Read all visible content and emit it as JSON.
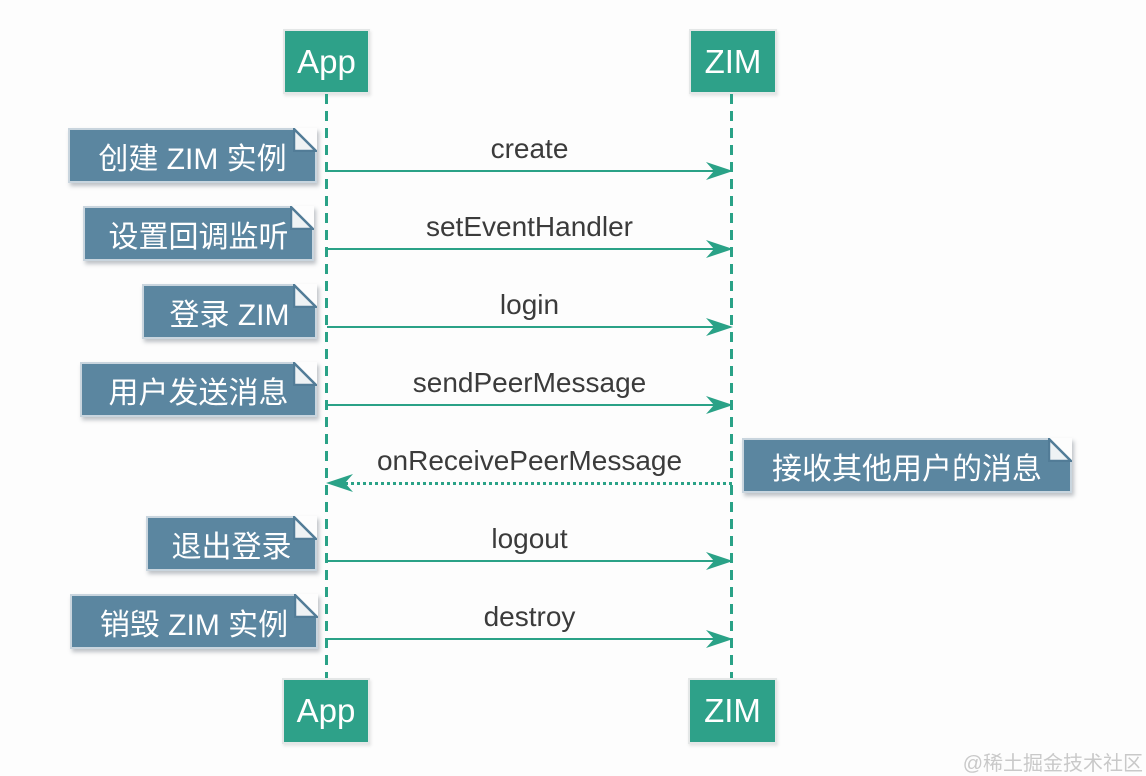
{
  "actors": {
    "left": "App",
    "right": "ZIM"
  },
  "messages": [
    {
      "label": "create",
      "from": "App",
      "to": "ZIM",
      "line": "solid"
    },
    {
      "label": "setEventHandler",
      "from": "App",
      "to": "ZIM",
      "line": "solid"
    },
    {
      "label": "login",
      "from": "App",
      "to": "ZIM",
      "line": "solid"
    },
    {
      "label": "sendPeerMessage",
      "from": "App",
      "to": "ZIM",
      "line": "solid"
    },
    {
      "label": "onReceivePeerMessage",
      "from": "ZIM",
      "to": "App",
      "line": "dotted"
    },
    {
      "label": "logout",
      "from": "App",
      "to": "ZIM",
      "line": "solid"
    },
    {
      "label": "destroy",
      "from": "App",
      "to": "ZIM",
      "line": "solid"
    }
  ],
  "notes": [
    {
      "text": "创建 ZIM 实例",
      "side": "left"
    },
    {
      "text": "设置回调监听",
      "side": "left"
    },
    {
      "text": "登录 ZIM",
      "side": "left"
    },
    {
      "text": "用户发送消息",
      "side": "left"
    },
    {
      "text": "接收其他用户的消息",
      "side": "right"
    },
    {
      "text": "退出登录",
      "side": "left"
    },
    {
      "text": "销毁 ZIM 实例",
      "side": "left"
    }
  ],
  "watermark": "@稀土掘金技术社区",
  "colors": {
    "actor_fill": "#2EA189",
    "line": "#2AA287",
    "note_fill": "#5B86A0",
    "note_border": "#C9D5DE",
    "label_text": "#3B3B3B",
    "watermark_text": "#C9C9C9"
  }
}
